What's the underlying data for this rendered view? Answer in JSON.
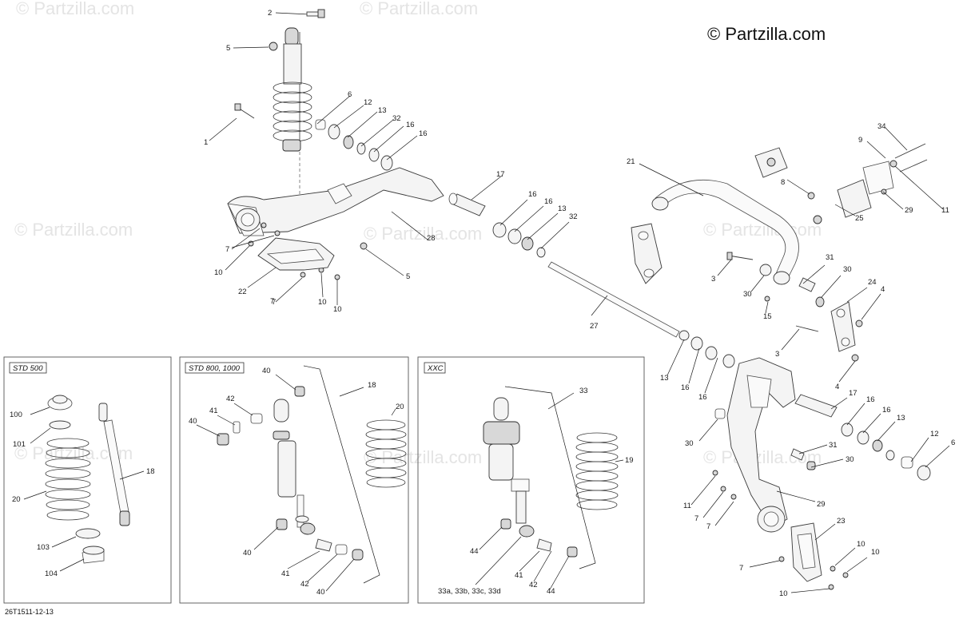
{
  "brand": "© Partzilla.com",
  "watermark_text": "© Partzilla.com",
  "document_id": "26T1511-12-13",
  "boxes": [
    {
      "id": "std500",
      "label": "STD 500"
    },
    {
      "id": "std800",
      "label": "STD 800, 1000"
    },
    {
      "id": "xxc",
      "label": "XXC"
    }
  ],
  "callouts": [
    "2",
    "5",
    "1",
    "6",
    "12",
    "13",
    "32",
    "16",
    "16",
    "17",
    "28",
    "7",
    "7",
    "10",
    "22",
    "7",
    "10",
    "10",
    "5",
    "16",
    "16",
    "13",
    "32",
    "27",
    "21",
    "34",
    "9",
    "8",
    "25",
    "29",
    "11",
    "31",
    "30",
    "3",
    "30",
    "15",
    "24",
    "4",
    "3",
    "4",
    "13",
    "16",
    "16",
    "17",
    "16",
    "16",
    "13",
    "12",
    "6",
    "30",
    "31",
    "30",
    "11",
    "7",
    "7",
    "29",
    "23",
    "10",
    "10",
    "7",
    "10",
    "100",
    "101",
    "18",
    "20",
    "103",
    "104",
    "40",
    "42",
    "41",
    "40",
    "18",
    "20",
    "40",
    "41",
    "42",
    "40",
    "33",
    "19",
    "44",
    "41",
    "42",
    "44",
    "33a, 33b, 33c, 33d"
  ]
}
